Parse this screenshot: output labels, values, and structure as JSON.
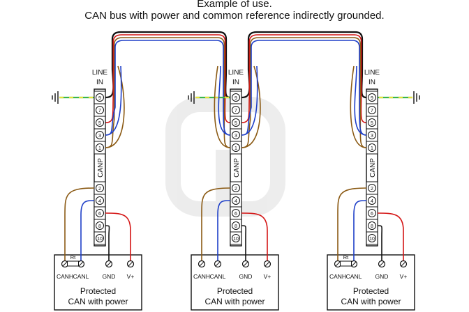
{
  "title_line1": "Example of use.",
  "title_line2": "CAN bus with power and common reference indirectly grounded.",
  "line_in_label": [
    "LINE",
    "IN"
  ],
  "module_label": "CANP",
  "top_pins": [
    "9",
    "7",
    "5",
    "3",
    "1"
  ],
  "bottom_pins": [
    "2",
    "4",
    "6",
    "8",
    "10"
  ],
  "terminal_labels": [
    "CANH",
    "CANL",
    "GND",
    "V+"
  ],
  "resistor_label": "Rt",
  "device_label_line1": "Protected",
  "device_label_line2": "CAN with power",
  "units": [
    {
      "ground_side": "left",
      "has_resistor": true
    },
    {
      "ground_side": "left",
      "has_resistor": false
    },
    {
      "ground_side": "right",
      "has_resistor": true
    }
  ],
  "colors": {
    "can_high": "#8B5A14",
    "can_low": "#1E3FC8",
    "power": "#D41414",
    "ground_wire": "#111111",
    "earth_green": "#39B54A",
    "earth_yellow": "#E8E03A"
  }
}
